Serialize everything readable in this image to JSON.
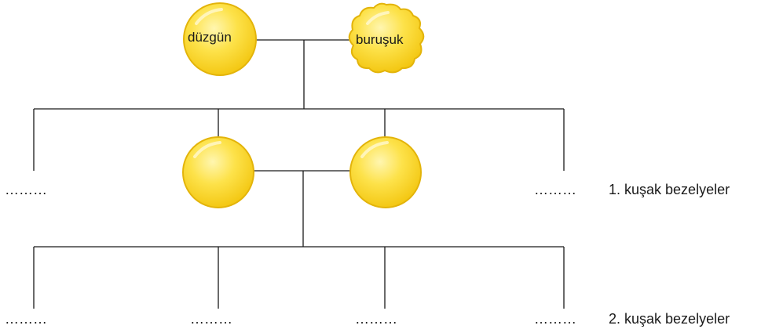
{
  "parents": {
    "left_label": "düzgün",
    "right_label": "buruşuk"
  },
  "generation_labels": {
    "first": "1. kuşak bezelyeler",
    "second": "2. kuşak bezelyeler"
  },
  "blank": "………",
  "colors": {
    "pea_fill": "#f7d21e",
    "pea_highlight": "#fff3a0",
    "pea_stroke": "#e3b40a",
    "line": "#1a1a1a"
  }
}
